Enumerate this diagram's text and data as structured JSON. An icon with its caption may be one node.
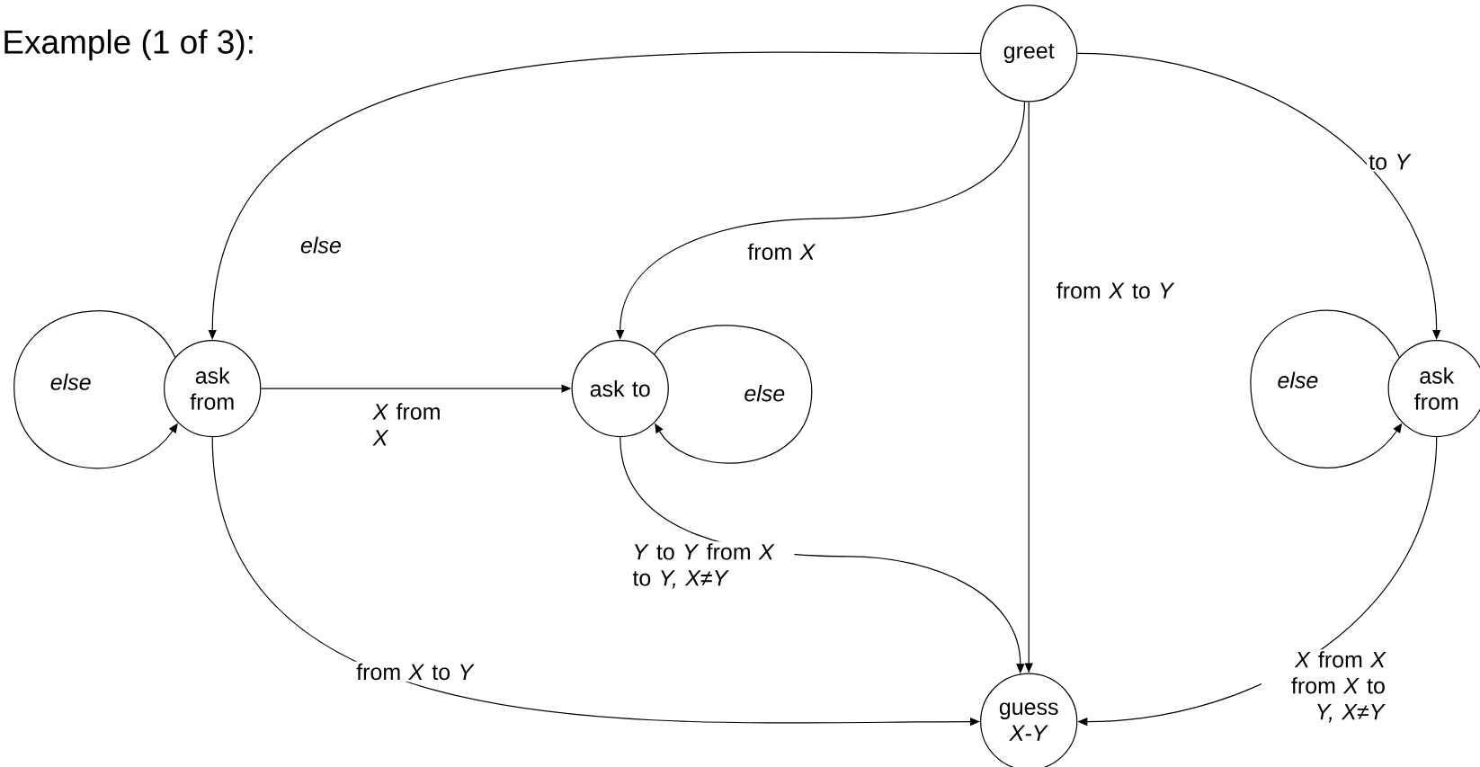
{
  "diagram": {
    "title": "Example (1 of 3):",
    "nodes": [
      {
        "text": [
          "greet"
        ]
      },
      {
        "text": [
          "ask from"
        ]
      },
      {
        "text": [
          "ask to"
        ]
      },
      {
        "text": [
          "ask from"
        ]
      },
      {
        "text": [
          "guess *X-Y*"
        ]
      }
    ],
    "edges": [
      {
        "from": 0,
        "to": 1,
        "arrow": "to",
        "label": "else"
      },
      {
        "from": 0,
        "to": 2,
        "arrow": "to",
        "label": "from *X*"
      },
      {
        "from": 0,
        "to": 4,
        "arrow": "to",
        "label": "from *X* to *Y*"
      },
      {
        "from": 0,
        "to": 3,
        "arrow": "to",
        "label": "to *Y*"
      },
      {
        "from": 1,
        "to": 1,
        "arrow": "to",
        "label": "else"
      },
      {
        "from": 1,
        "to": 2,
        "arrow": "to",
        "label": "*X* from *X*"
      },
      {
        "from": 1,
        "to": 4,
        "arrow": "to",
        "label": "from *X* to *Y*"
      },
      {
        "from": 2,
        "to": 2,
        "arrow": "to",
        "label": "else"
      },
      {
        "from": 2,
        "to": 4,
        "arrow": "to",
        "label": "*Y* to *Y* from *X* to *Y, X≠Y*"
      },
      {
        "from": 3,
        "to": 3,
        "arrow": "to",
        "label": "else"
      },
      {
        "from": 3,
        "to": 4,
        "arrow": "to",
        "label": "*X* from *X* from *X* to *Y, X≠Y*"
      }
    ]
  }
}
